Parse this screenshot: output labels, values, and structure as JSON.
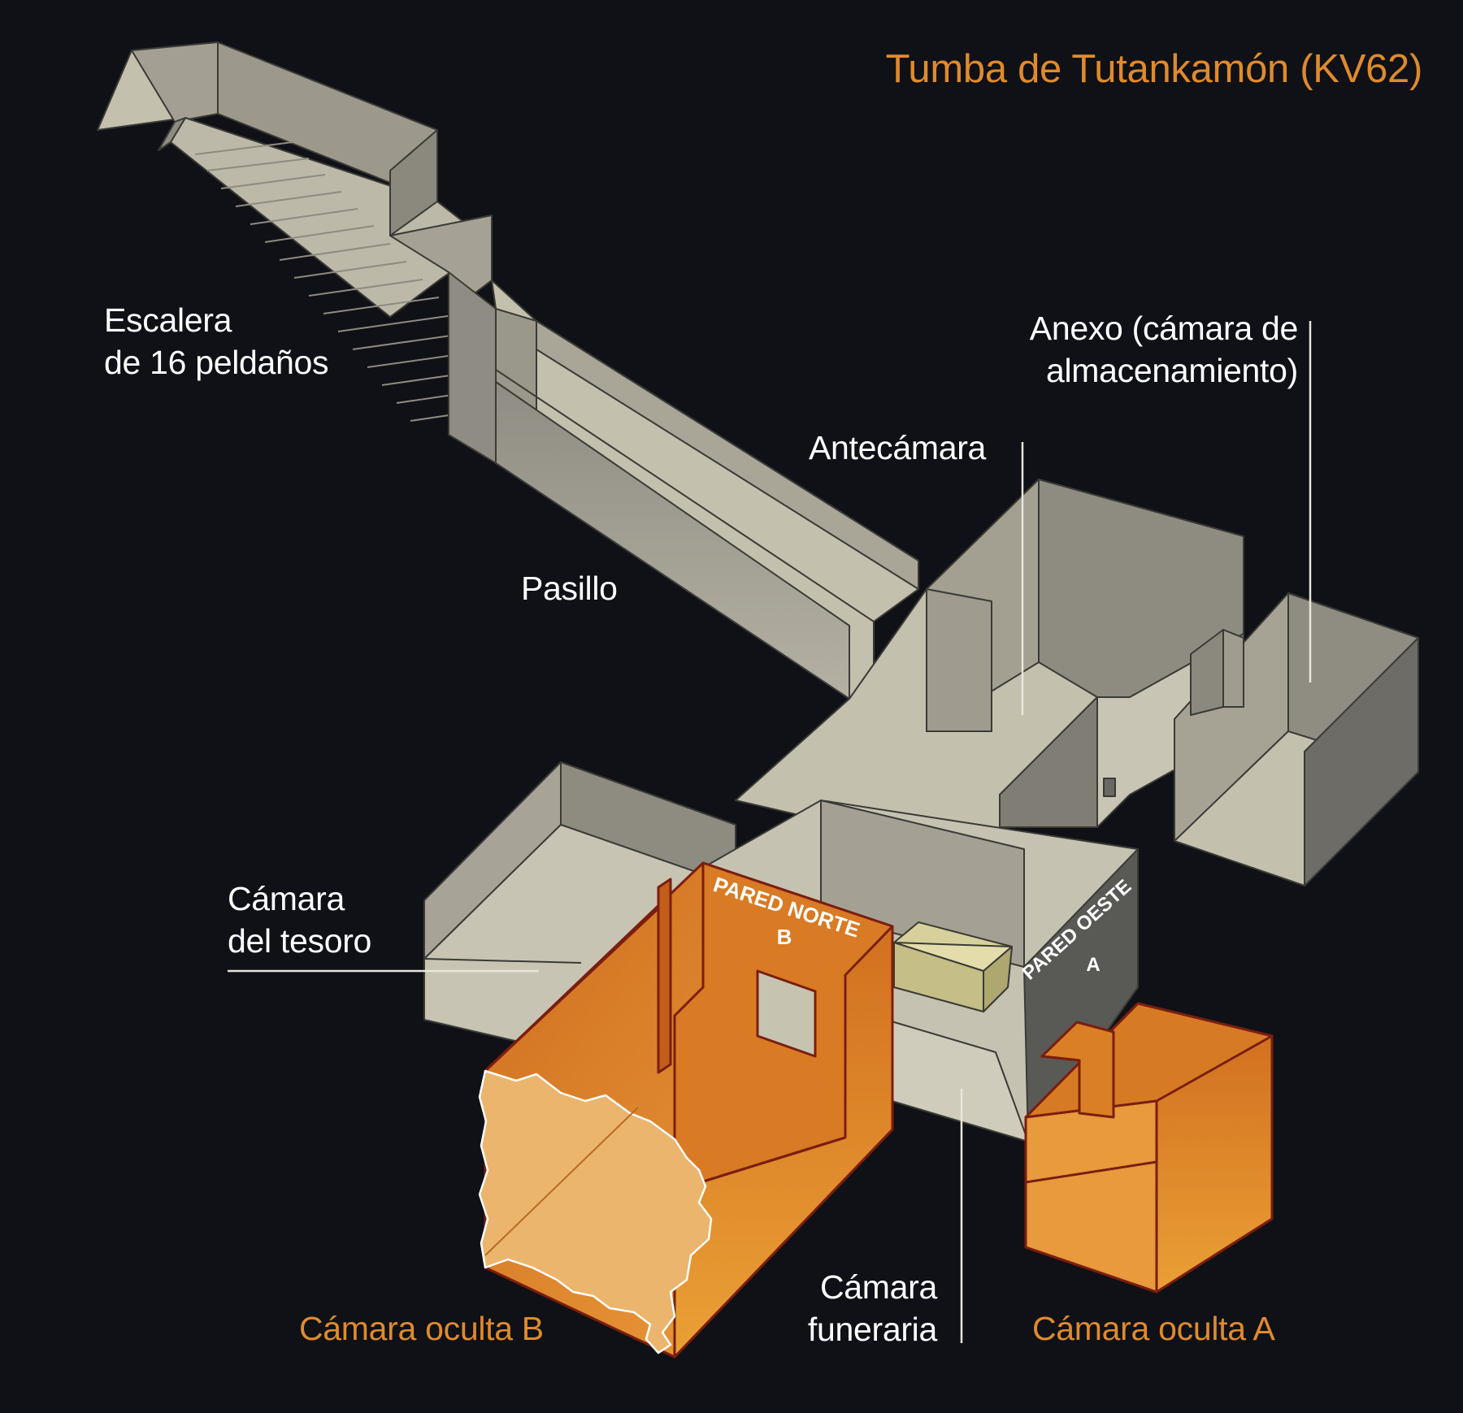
{
  "title": "Tumba de Tutankamón (KV62)",
  "labels": {
    "escalera": [
      "Escalera",
      "de 16 peldaños"
    ],
    "pasillo": "Pasillo",
    "antecamara": "Antecámara",
    "anexo": [
      "Anexo (cámara de",
      "almacenamiento)"
    ],
    "tesoro": [
      "Cámara",
      "del tesoro"
    ],
    "funeraria": [
      "Cámara",
      "funeraria"
    ],
    "oculta_b": "Cámara oculta B",
    "oculta_a": "Cámara oculta A"
  },
  "wall_labels": {
    "norte": [
      "PARED NORTE",
      "B"
    ],
    "oeste": [
      "PARED OESTE",
      "A"
    ]
  },
  "colors": {
    "background": "#0f1116",
    "stone": "#c4c0ae",
    "hidden_chamber": "#e08a2c",
    "title": "#e08a2c",
    "sarcophagus": "#cdc68f"
  }
}
